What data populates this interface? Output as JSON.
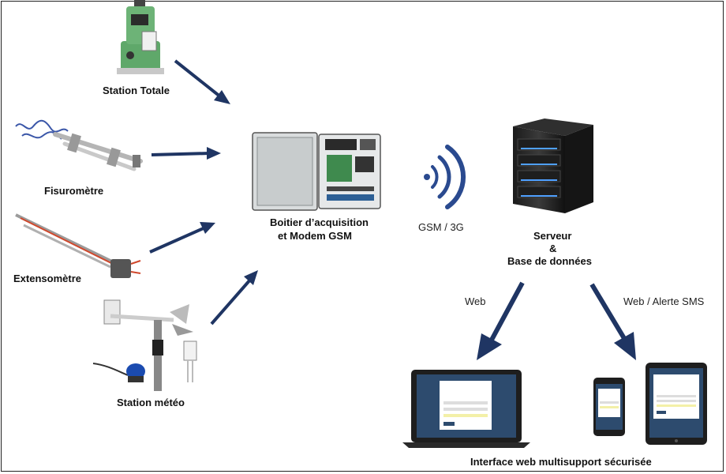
{
  "labels": {
    "station_totale": "Station Totale",
    "fisurometre": "Fisuromètre",
    "extensometre": "Extensomètre",
    "station_meteo": "Station météo",
    "boitier_line1": "Boitier d’acquisition",
    "boitier_line2": "et Modem GSM",
    "gsm": "GSM / 3G",
    "serveur_line1": "Serveur",
    "serveur_line2": "&",
    "serveur_line3": "Base de données",
    "web_left": "Web",
    "web_right": "Web / Alerte SMS",
    "interface": "Interface web multisupport sécurisée"
  },
  "colors": {
    "arrow": "#1f3563",
    "signal": "#2a4a8f",
    "screen_bg": "#2d4b6e"
  }
}
